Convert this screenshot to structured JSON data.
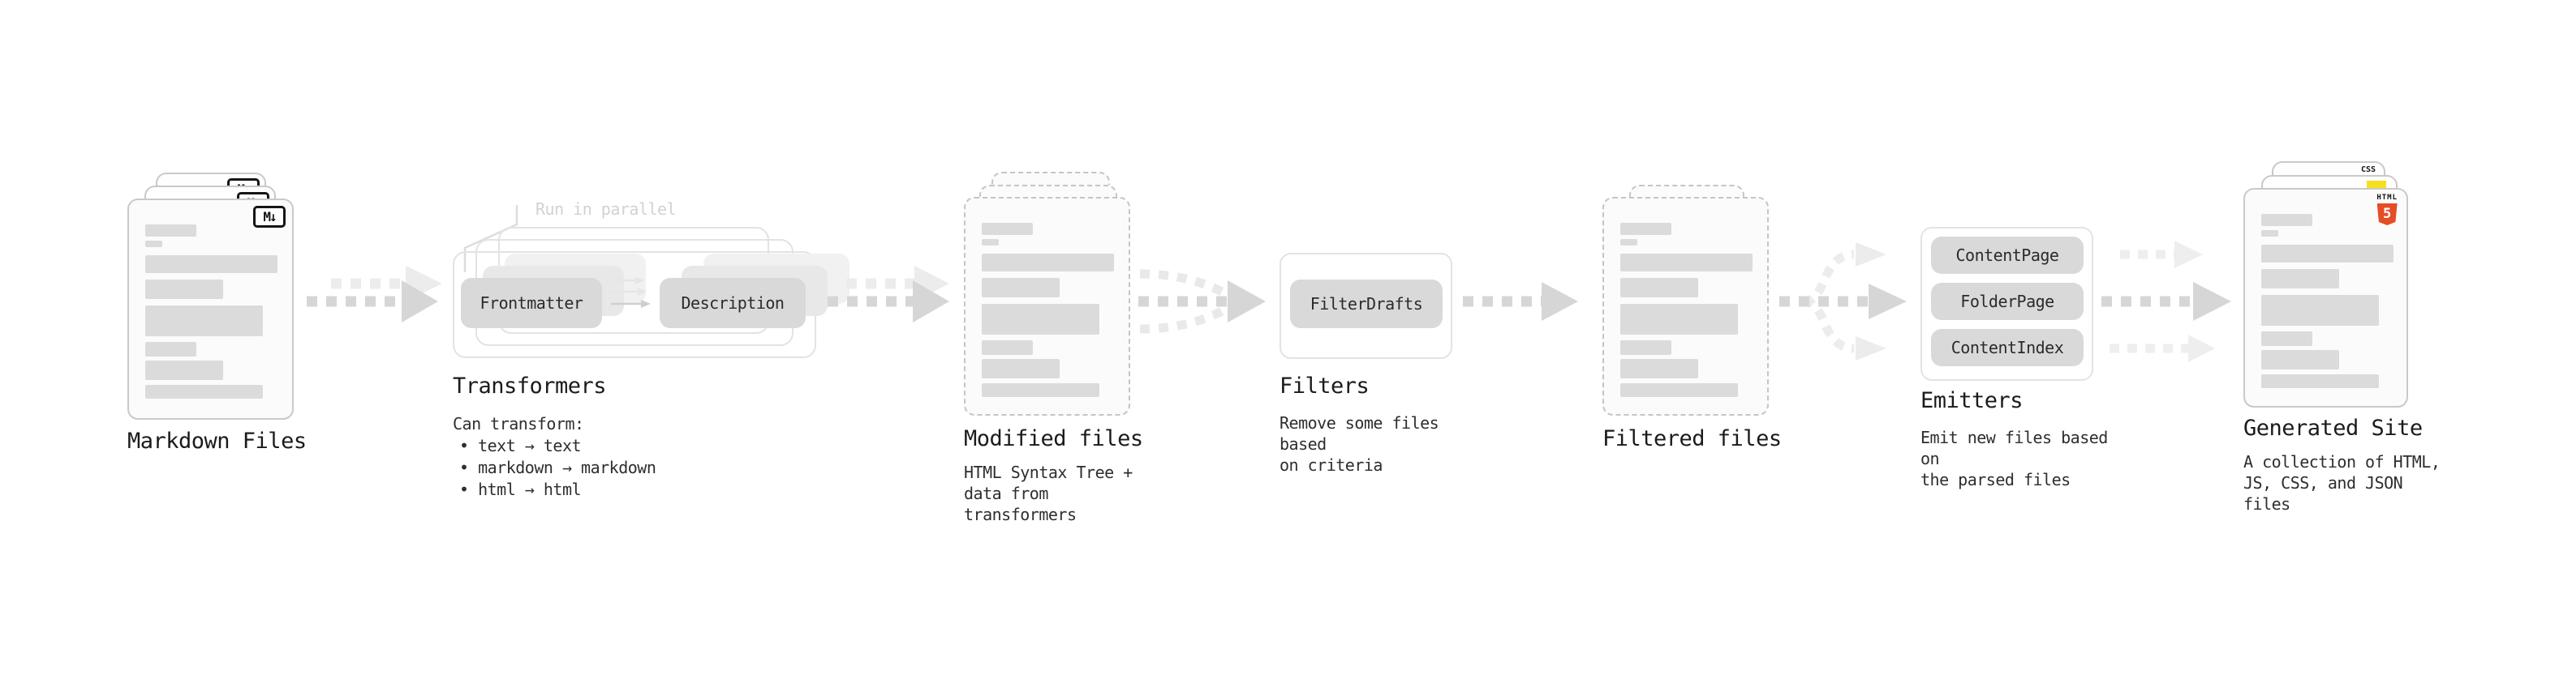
{
  "diagram": {
    "stages": {
      "markdown": {
        "label": "Markdown Files"
      },
      "transformers": {
        "note": "Run in parallel",
        "pills": [
          "Frontmatter",
          "Description"
        ],
        "label": "Transformers",
        "desc_title": "Can transform:",
        "bullets": [
          "• text → text",
          "• markdown → markdown",
          "• html → html"
        ]
      },
      "modified": {
        "label": "Modified files",
        "desc": "HTML Syntax Tree +\ndata from transformers"
      },
      "filters": {
        "pill": "FilterDrafts",
        "label": "Filters",
        "desc": "Remove some files based\non criteria"
      },
      "filtered": {
        "label": "Filtered files"
      },
      "emitters": {
        "pills": [
          "ContentPage",
          "FolderPage",
          "ContentIndex"
        ],
        "label": "Emitters",
        "desc": "Emit new files based on\nthe parsed files"
      },
      "generated": {
        "label": "Generated Site",
        "desc": "A collection of HTML,\nJS, CSS, and JSON files"
      }
    },
    "icons": {
      "markdown_badge": "M↓",
      "css_badge": "CSS",
      "html5_word": "HTML",
      "html5_numeral": "5"
    },
    "colors": {
      "html5_orange": "#e44d26",
      "js_yellow": "#f7df1e",
      "css_blue": "#2965f1",
      "arrow_main": "#d6d6d6",
      "arrow_faint": "#ececec"
    }
  }
}
